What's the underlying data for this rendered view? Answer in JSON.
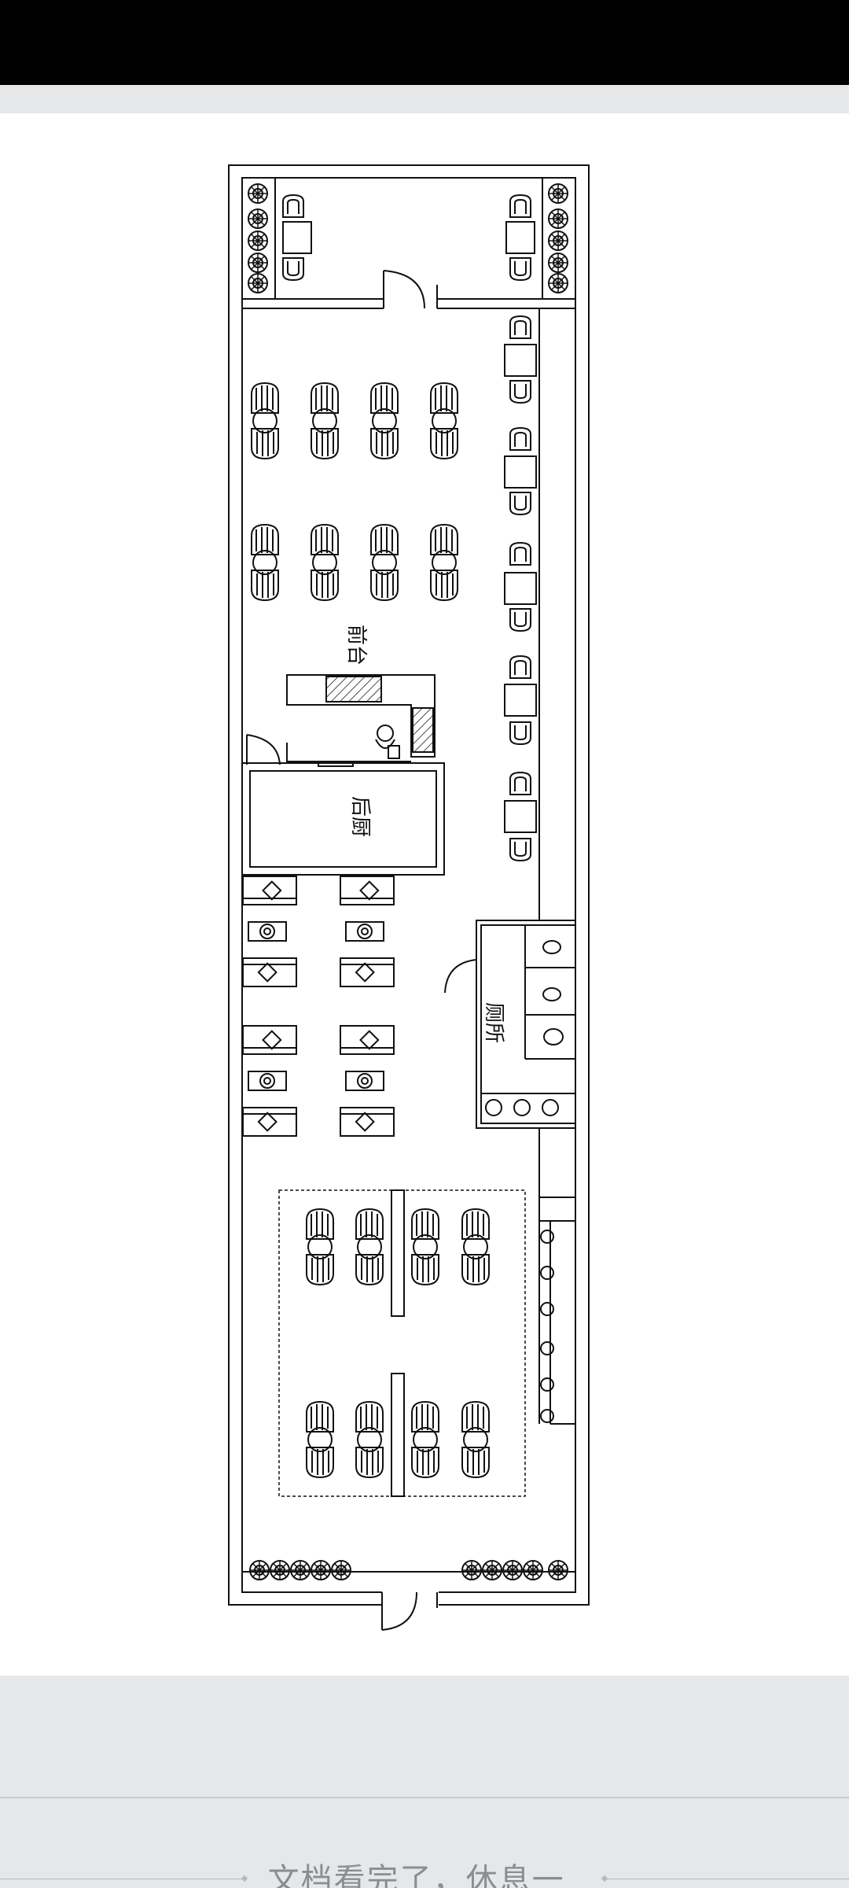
{
  "plan": {
    "labels": {
      "front_desk": "前台",
      "back_kitchen": "后厨",
      "restroom": "厕所"
    }
  },
  "footer": {
    "end_message": "文档看完了，休息一下吧"
  }
}
